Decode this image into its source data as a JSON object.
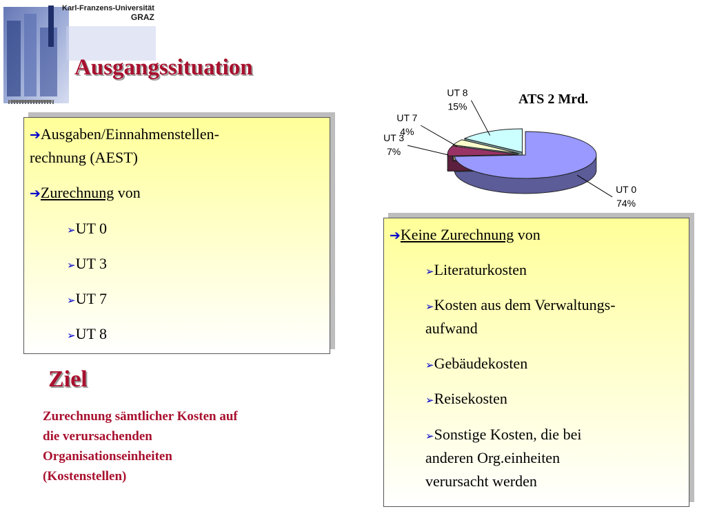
{
  "header": {
    "university": "Karl-Franzens-Universität",
    "city": "GRAZ",
    "title": "Ausgangssituation"
  },
  "left_box": {
    "line1": "Ausgaben/Einnahmenstellen-",
    "line2": "rechnung (AEST)",
    "zurechnung_link": "Zurechnung",
    "zurechnung_suffix": " von",
    "units": [
      "UT 0",
      "UT 3",
      "UT 7",
      "UT 8"
    ]
  },
  "right_box": {
    "heading_link": "Keine Zurechnung",
    "heading_suffix": " von",
    "items": [
      "Literaturkosten",
      "Kosten aus dem Verwaltungs-",
      "aufwand",
      "Gebäudekosten",
      "Reisekosten",
      "Sonstige Kosten, die bei",
      "anderen Org.einheiten",
      "verursacht werden"
    ]
  },
  "goal": {
    "heading": "Ziel",
    "lines": [
      "Zurechnung sämtlicher Kosten auf",
      "die verursachenden",
      "Organisationseinheiten",
      "(Kostenstellen)"
    ]
  },
  "chart_data": {
    "type": "pie",
    "title": "ATS 2 Mrd.",
    "categories": [
      "UT 0",
      "UT 3",
      "UT 7",
      "UT 8"
    ],
    "values": [
      74,
      7,
      4,
      15
    ],
    "labels": [
      "74%",
      "7%",
      "4%",
      "15%"
    ],
    "colors": [
      "#9999ff",
      "#993366",
      "#ffffcc",
      "#ccffff"
    ]
  }
}
